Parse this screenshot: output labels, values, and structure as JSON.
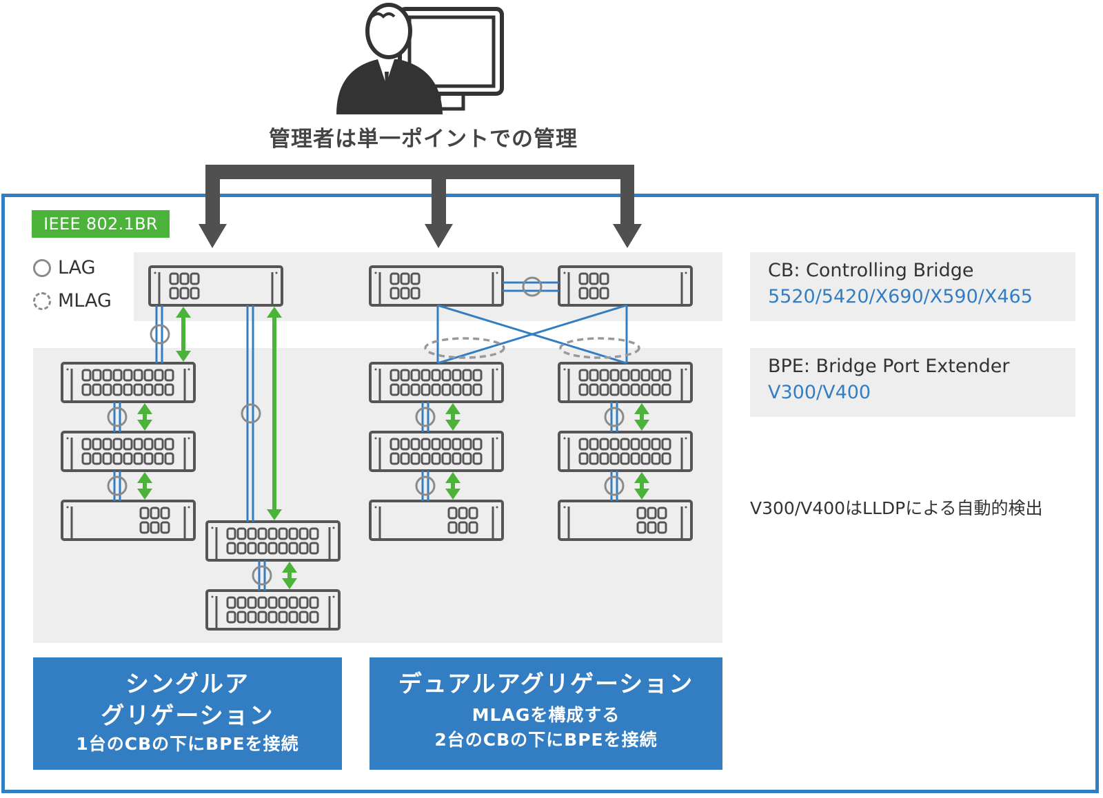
{
  "header": {
    "icon": "administrator-at-monitor-icon",
    "caption": "管理者は単一ポイントでの管理"
  },
  "badge": {
    "label": "IEEE 802.1BR",
    "color": "#4bb23a"
  },
  "legend": {
    "items": [
      {
        "symbol": "solid-circle",
        "label": "LAG"
      },
      {
        "symbol": "dashed-circle",
        "label": "MLAG"
      }
    ]
  },
  "info": {
    "cb": {
      "title": "CB: Controlling Bridge",
      "models": "5520/5420/X690/X590/X465"
    },
    "bpe": {
      "title": "BPE: Bridge Port Extender",
      "models": "V300/V400"
    },
    "note": "V300/V400はLLDPによる自動的検出"
  },
  "modes": {
    "single": {
      "title_lines": [
        "シングルア",
        "グリゲーション"
      ],
      "subtitle_lines": [
        "1台のCBの下にBPEを接続"
      ]
    },
    "dual": {
      "title_lines": [
        "デュアルアグリゲーション"
      ],
      "subtitle_lines": [
        "MLAGを構成する",
        "2台のCBの下にBPEを接続"
      ]
    }
  },
  "topology": {
    "single_aggregation": {
      "controlling_bridges": 1,
      "bpe_chains": [
        {
          "devices": [
            "48-port",
            "48-port",
            "24-port"
          ],
          "link": "LAG"
        },
        {
          "devices": [
            "48-port",
            "48-port"
          ],
          "link": "LAG"
        }
      ]
    },
    "dual_aggregation": {
      "controlling_bridges": 2,
      "cb_interconnect": "LAG",
      "bpe_chains": [
        {
          "devices": [
            "48-port",
            "48-port",
            "24-port"
          ],
          "uplink": "MLAG",
          "link": "LAG"
        },
        {
          "devices": [
            "48-port",
            "48-port",
            "24-port"
          ],
          "uplink": "MLAG",
          "link": "LAG"
        }
      ]
    }
  },
  "colors": {
    "frame": "#337dc2",
    "link": "#337dc2",
    "arrow": "#4bb23a",
    "device": "#555555",
    "band": "#eeeeee",
    "lag_ring": "#8a8a8a"
  }
}
